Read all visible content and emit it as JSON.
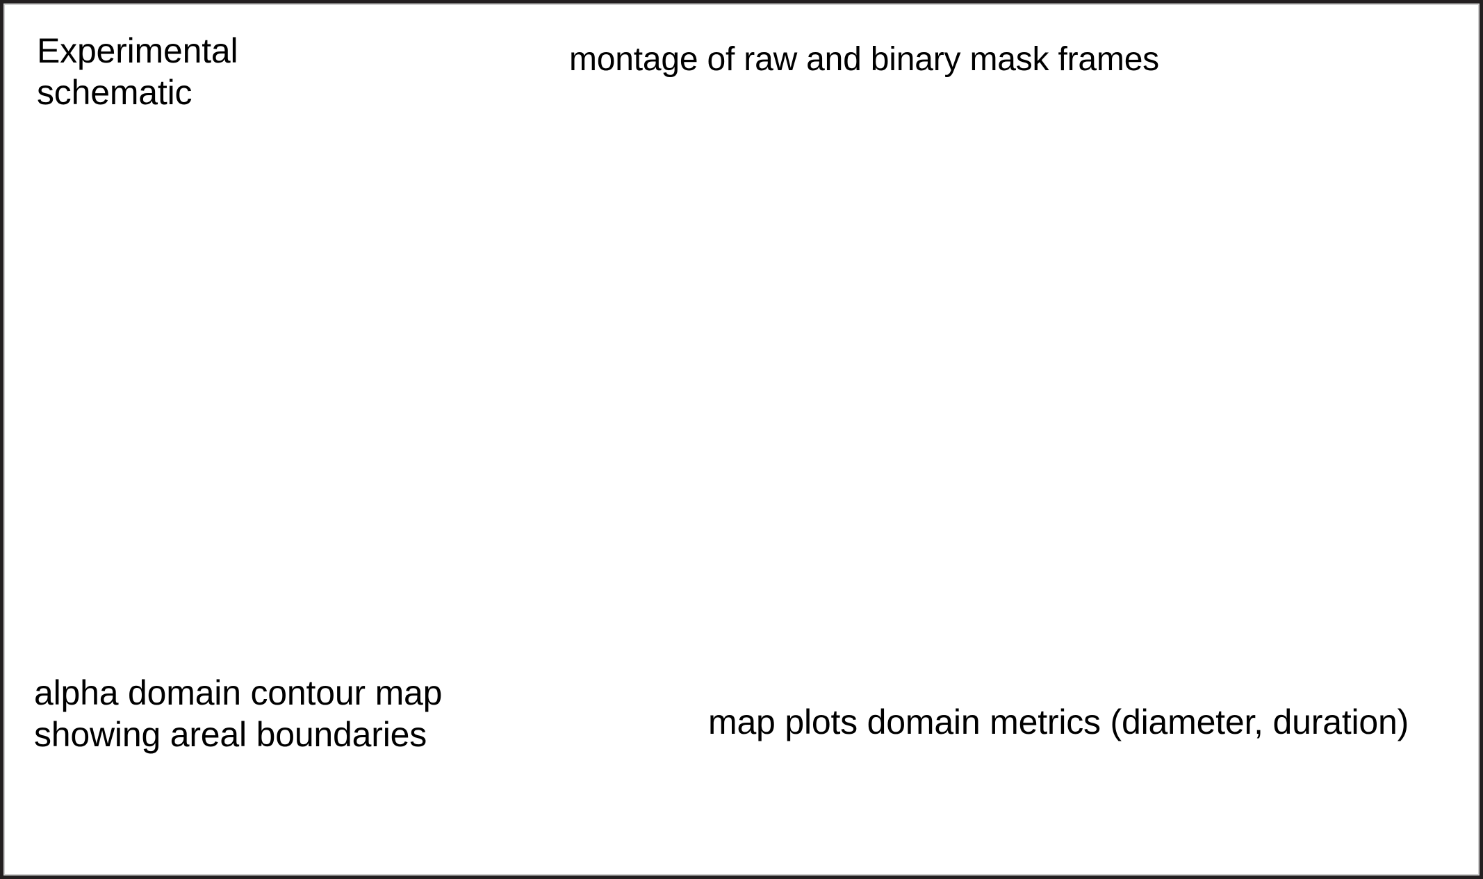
{
  "figure": {
    "background_color": "#ffffff",
    "border_color": "#231f20",
    "inner_rule_color": "#cfcfcf",
    "text_color": "#000000"
  },
  "panels": {
    "top_left": {
      "caption": "Experimental\nschematic"
    },
    "top_right": {
      "caption": "montage of raw and binary mask frames"
    },
    "bottom_left": {
      "caption": "alpha domain contour map\nshowing areal boundaries"
    },
    "bottom_right": {
      "caption": "map plots domain metrics (diameter, duration)"
    }
  }
}
